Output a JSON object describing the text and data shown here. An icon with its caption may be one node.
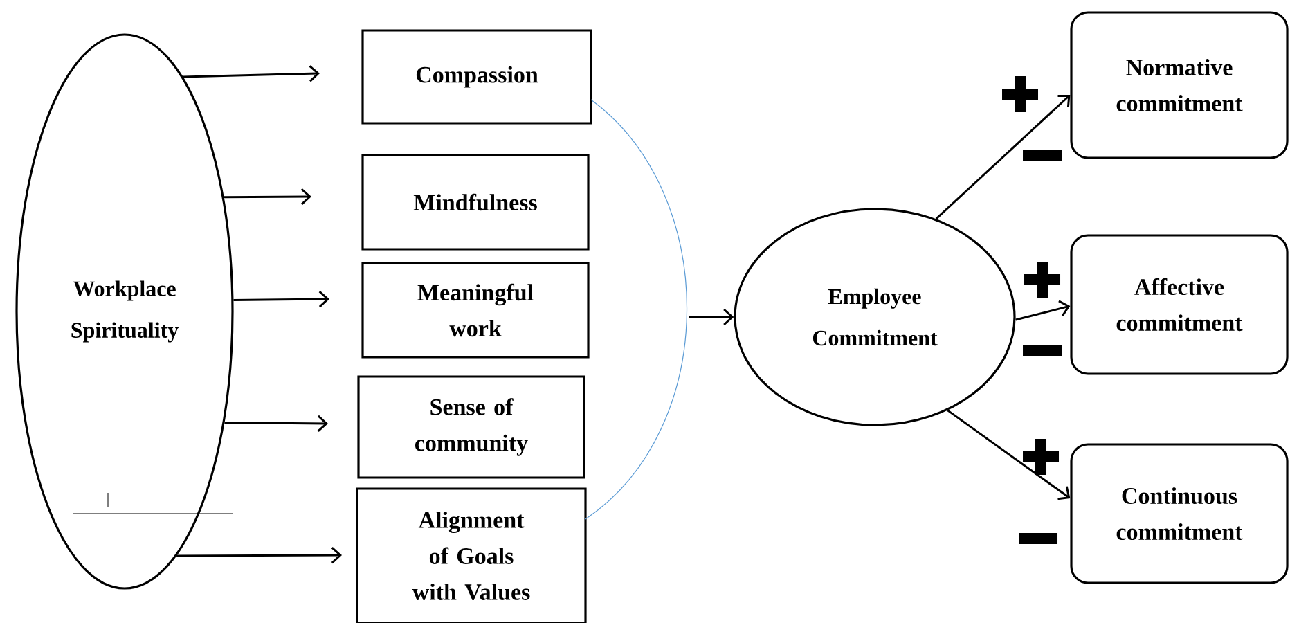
{
  "diagram": {
    "nodes": [
      {
        "text": [
          "Workplace Spirituality"
        ]
      },
      {
        "text": [
          "Compassion"
        ]
      },
      {
        "text": [
          "Mindfulness"
        ]
      },
      {
        "text": [
          "Meaningful work"
        ]
      },
      {
        "text": [
          "Sense of community"
        ]
      },
      {
        "text": [
          "Alignment of Goals with Values"
        ]
      },
      {
        "text": [
          "Employee Commitment"
        ]
      },
      {
        "text": [
          "Normative commitment"
        ]
      },
      {
        "text": [
          "Affective commitment"
        ]
      },
      {
        "text": [
          "Continuous commitment"
        ]
      },
      {
        "text": [],
        "shape": "arc"
      }
    ],
    "edges": [
      {
        "from": 0,
        "to": 1,
        "arrow": "to"
      },
      {
        "from": 0,
        "to": 2,
        "arrow": "to"
      },
      {
        "from": 0,
        "to": 3,
        "arrow": "to"
      },
      {
        "from": 0,
        "to": 4,
        "arrow": "to"
      },
      {
        "from": 0,
        "to": 5,
        "arrow": "to"
      },
      {
        "from": 10,
        "to": 6,
        "arrow": "to"
      },
      {
        "from": 6,
        "to": 7,
        "arrow": "to"
      },
      {
        "from": 6,
        "to": 8,
        "arrow": "to"
      },
      {
        "from": 6,
        "to": 9,
        "arrow": "to"
      }
    ]
  }
}
